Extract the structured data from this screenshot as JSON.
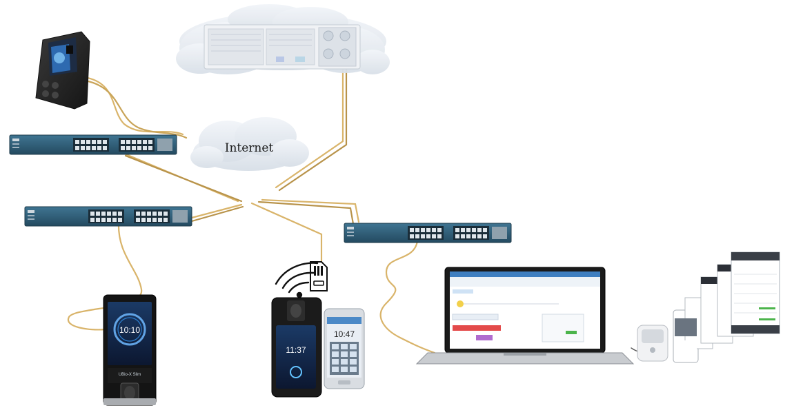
{
  "cloud_label": "Internet",
  "colors": {
    "cable": "#d9b46a",
    "cable_dark": "#9a7a3a",
    "switch_body": "#2f5f7a",
    "switch_dark": "#1e3f52",
    "cloud": "#e6ebf1",
    "server": "#e9ecf0",
    "screen": "#1b1f2a"
  },
  "devices": {
    "clock_top_left": {
      "icon": "face-terminal-icon"
    },
    "switch_1": {
      "icon": "network-switch-icon"
    },
    "switch_2": {
      "icon": "network-switch-icon"
    },
    "switch_3": {
      "icon": "network-switch-icon"
    },
    "server": {
      "icon": "server-rack-icon"
    },
    "terminal_slim": {
      "icon": "biometric-terminal-icon",
      "time": "10:10",
      "model": "UBio-X Slim"
    },
    "handheld": {
      "icon": "handheld-terminal-icon",
      "time": "11:37"
    },
    "phone": {
      "icon": "smartphone-icon",
      "time": "10:47"
    },
    "laptop": {
      "icon": "laptop-icon"
    },
    "enroll_reader": {
      "icon": "usb-fingerprint-reader-icon"
    },
    "mobile_screens": {
      "icon": "mobile-app-screens-icon"
    },
    "wireless": {
      "icon": "wifi-sim-icon"
    }
  }
}
